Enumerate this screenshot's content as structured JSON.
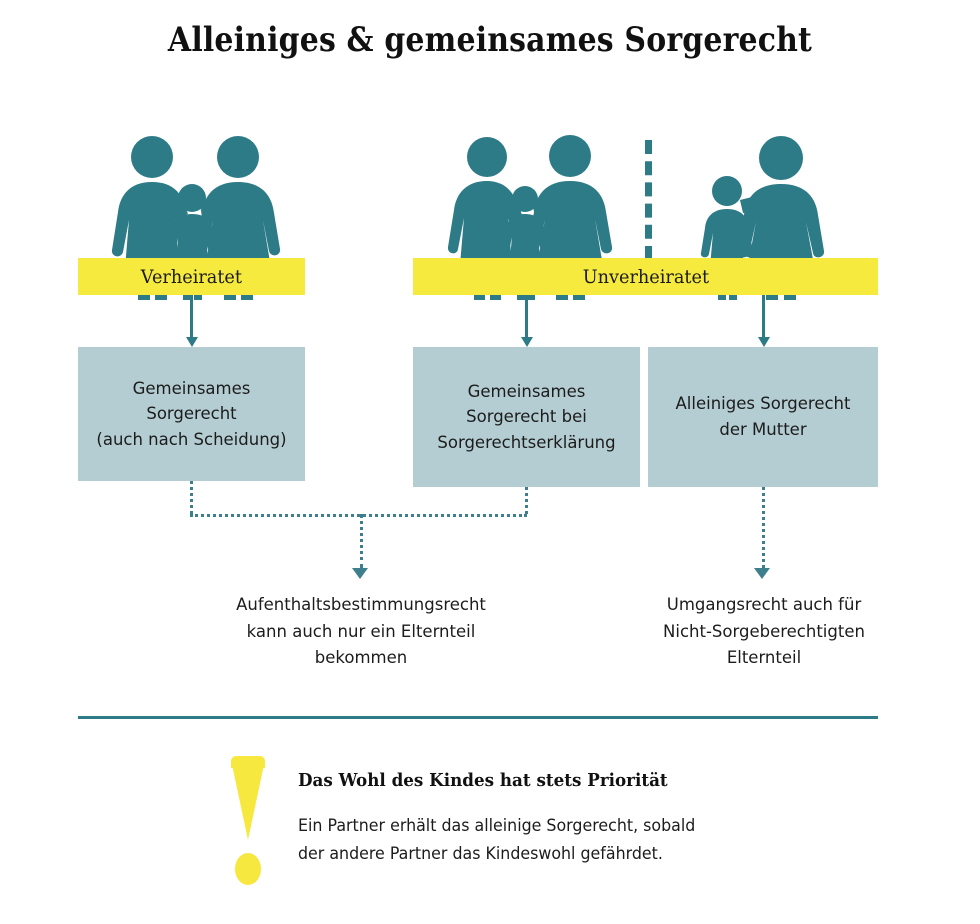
{
  "title": "Alleiniges & gemeinsames Sorgerecht",
  "colors": {
    "teal": "#2c7b86",
    "yellow": "#f7ea3f",
    "box_fill": "#b4cdd2",
    "text": "#1c1c1c",
    "background": "#ffffff"
  },
  "status_bars": [
    {
      "id": "married",
      "label": "Verheiratet"
    },
    {
      "id": "unmarried",
      "label": "Unverheiratet"
    }
  ],
  "figure_groups": [
    {
      "id": "married-family",
      "description": "Elternteil, Kind, Elternteil",
      "members": [
        "adult",
        "child",
        "adult"
      ]
    },
    {
      "id": "unmarried-family",
      "description": "Elternteil, Kind, Elternteil",
      "members": [
        "adult",
        "child",
        "adult"
      ]
    },
    {
      "id": "single-mother",
      "description": "Kind und Mutter",
      "members": [
        "child",
        "adult"
      ]
    }
  ],
  "boxes": [
    {
      "id": "married",
      "label": "Gemeinsames\nSorgerecht\n(auch nach Scheidung)"
    },
    {
      "id": "declared",
      "label": "Gemeinsames\nSorgerecht  bei\nSorgerechtserklärung"
    },
    {
      "id": "mother",
      "label": "Alleiniges Sorgerecht\nder Mutter"
    }
  ],
  "captions": [
    {
      "id": "left",
      "text": "Aufenthaltsbestimmungsrecht\nkann auch nur ein Elternteil\nbekommen"
    },
    {
      "id": "right",
      "text": "Umgangsrecht auch für\nNicht-Sorgeberechtigten\nElternteil"
    }
  ],
  "footer": {
    "heading": "Das Wohl des Kindes hat stets Priorität",
    "body": "Ein Partner erhält das alleinige Sorgerecht, sobald\nder andere Partner das Kindeswohl gefährdet."
  }
}
